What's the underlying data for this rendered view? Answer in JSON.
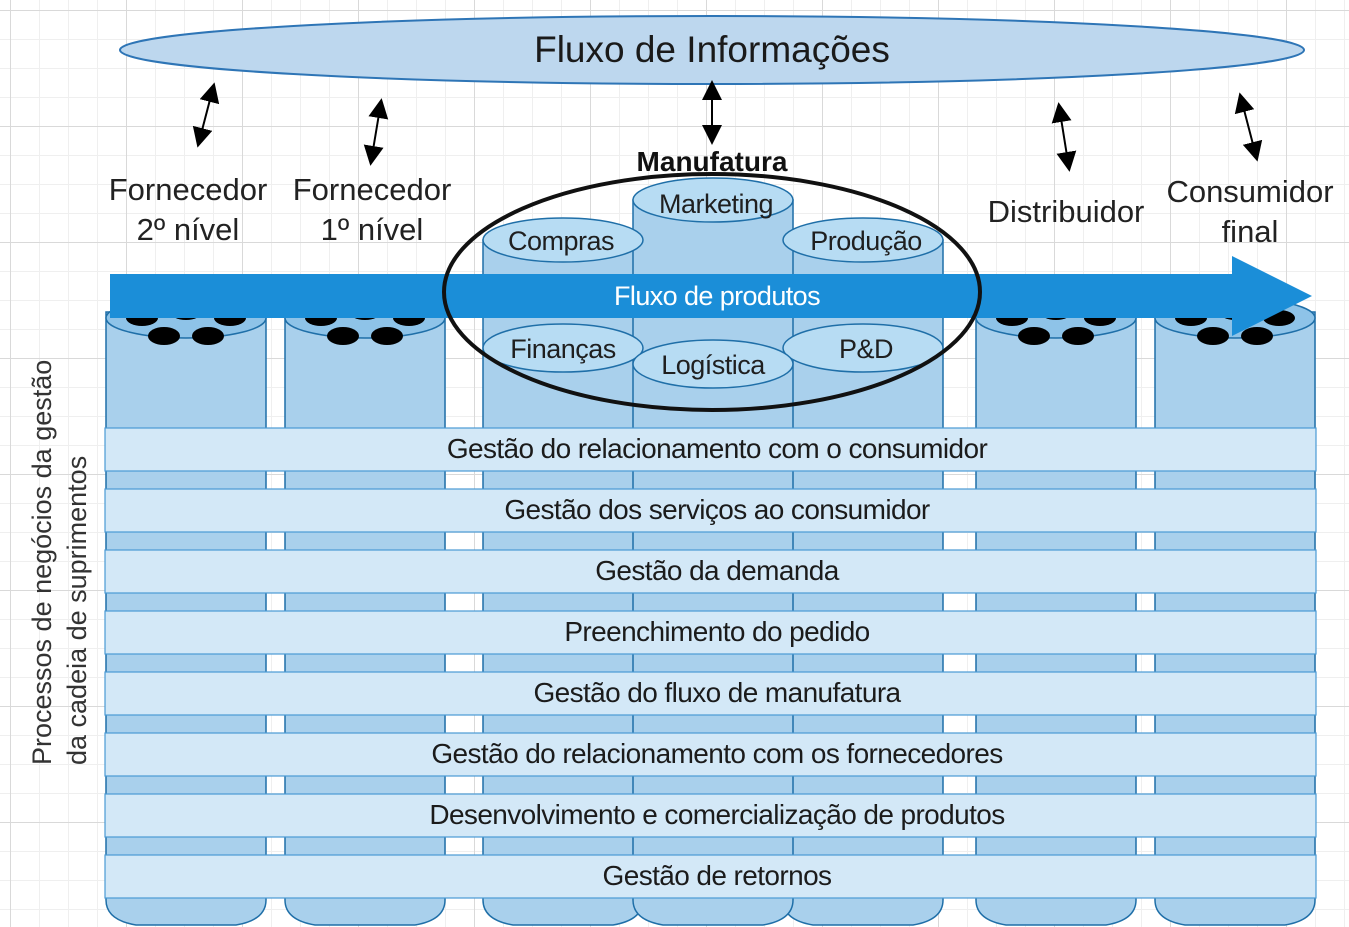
{
  "info_flow": {
    "label": "Fluxo de Informações"
  },
  "manufacturing": {
    "title": "Manufatura"
  },
  "product_flow": {
    "label": "Fluxo de produtos"
  },
  "actors": [
    {
      "line1": "Fornecedor",
      "line2": "2º nível"
    },
    {
      "line1": "Fornecedor",
      "line2": "1º nível"
    },
    {
      "line1": "Distribuidor",
      "line2": ""
    },
    {
      "line1": "Consumidor",
      "line2": "final"
    }
  ],
  "departments": [
    "Compras",
    "Marketing",
    "Produção",
    "Finanças",
    "Logística",
    "P&D"
  ],
  "side_label": {
    "line1": "Processos de negócios da gestão",
    "line2": "da cadeia de suprimentos"
  },
  "processes": [
    "Gestão do relacionamento com o consumidor",
    "Gestão dos serviços ao consumidor",
    "Gestão da demanda",
    "Preenchimento do pedido",
    "Gestão do fluxo de manufatura",
    "Gestão do relacionamento com os fornecedores",
    "Desenvolvimento e comercialização de produtos",
    "Gestão de retornos"
  ],
  "colors": {
    "ellipse_fill": "#bdd7ee",
    "ellipse_stroke": "#2e75b6",
    "cylinder_fill": "#a9d0ec",
    "cylinder_stroke": "#1f6fa8",
    "band_fill": "#d3e8f7",
    "arrow": "#1b8ed8"
  }
}
